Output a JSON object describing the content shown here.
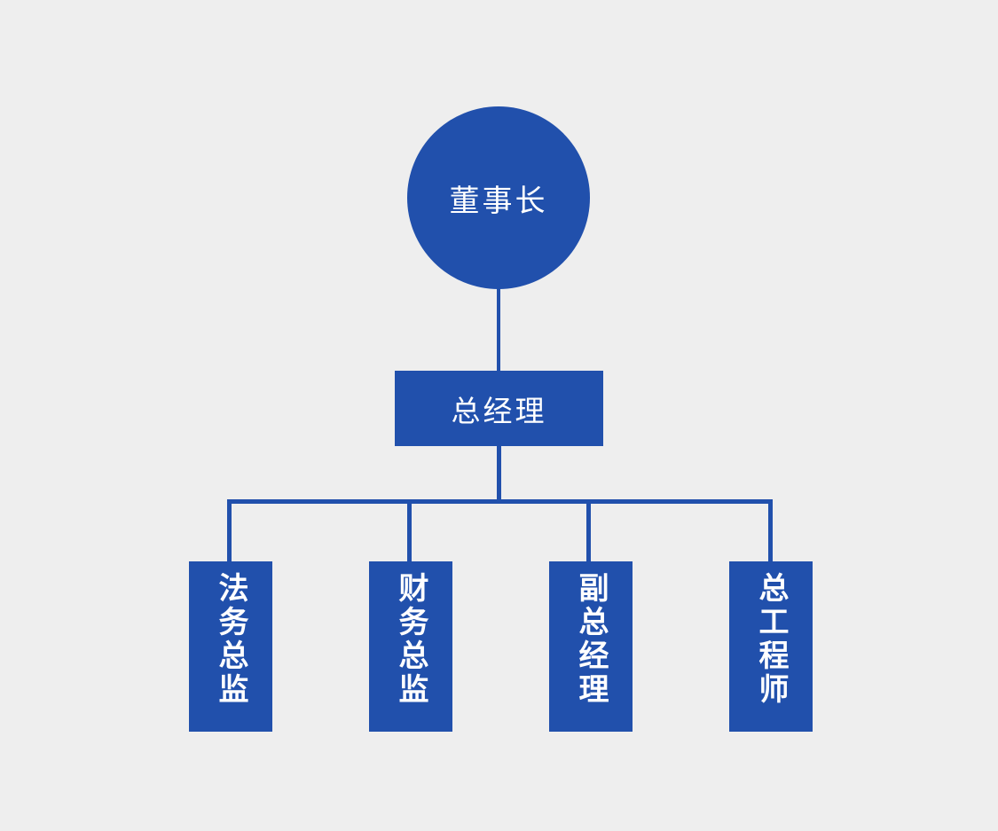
{
  "chart_data": {
    "type": "diagram",
    "diagram_type": "organization-chart",
    "title": "",
    "orientation": "top-down",
    "background_color": "#eeeeee",
    "node_color": "#2150ac",
    "text_color": "#ffffff",
    "connector_color": "#2150ac",
    "levels": 3,
    "nodes": [
      {
        "id": "chairman",
        "label": "董事长",
        "shape": "circle",
        "level": 1,
        "parent": null
      },
      {
        "id": "general-manager",
        "label": "总经理",
        "shape": "rectangle",
        "level": 2,
        "parent": "chairman"
      },
      {
        "id": "legal-director",
        "label": "法务总监",
        "shape": "rectangle-vertical-text",
        "level": 3,
        "parent": "general-manager"
      },
      {
        "id": "finance-director",
        "label": "财务总监",
        "shape": "rectangle-vertical-text",
        "level": 3,
        "parent": "general-manager"
      },
      {
        "id": "deputy-general-manager",
        "label": "副总经理",
        "shape": "rectangle-vertical-text",
        "level": 3,
        "parent": "general-manager"
      },
      {
        "id": "chief-engineer",
        "label": "总工程师",
        "shape": "rectangle-vertical-text",
        "level": 3,
        "parent": "general-manager"
      }
    ],
    "edges": [
      {
        "from": "chairman",
        "to": "general-manager"
      },
      {
        "from": "general-manager",
        "to": "legal-director"
      },
      {
        "from": "general-manager",
        "to": "finance-director"
      },
      {
        "from": "general-manager",
        "to": "deputy-general-manager"
      },
      {
        "from": "general-manager",
        "to": "chief-engineer"
      }
    ]
  },
  "chart": {
    "root": {
      "label": "董事长"
    },
    "second": {
      "label": "总经理"
    },
    "leaves": [
      {
        "label": "法务总监"
      },
      {
        "label": "财务总监"
      },
      {
        "label": "副总经理"
      },
      {
        "label": "总工程师"
      }
    ]
  }
}
